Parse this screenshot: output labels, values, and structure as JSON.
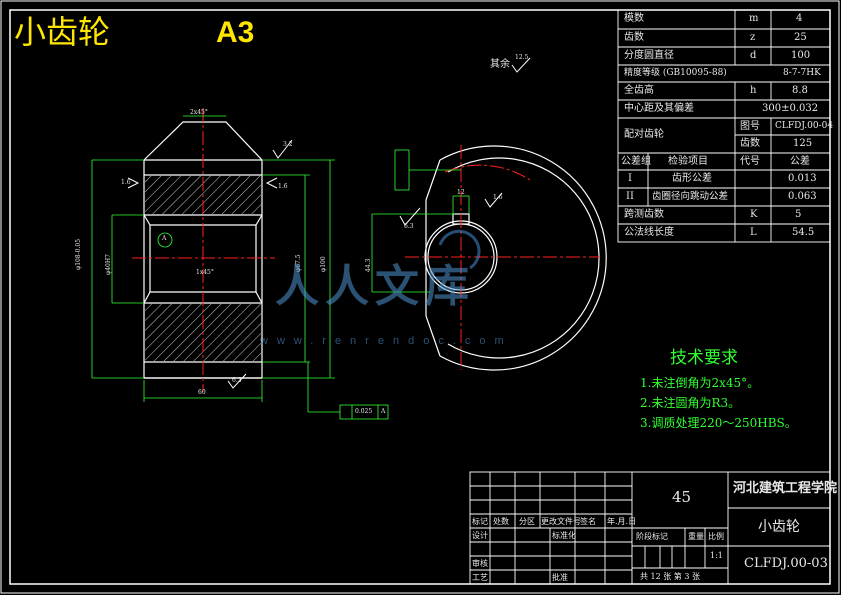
{
  "title": {
    "part_name": "小齿轮",
    "sheet_format": "A3"
  },
  "param_table": [
    {
      "name": "模数",
      "symbol": "m",
      "value": "4"
    },
    {
      "name": "齿数",
      "symbol": "z",
      "value": "25"
    },
    {
      "name": "分度圆直径",
      "symbol": "d",
      "value": "100"
    },
    {
      "name": "精度等级 (GB10095-88)",
      "symbol": "",
      "value": "8-7-7HK"
    },
    {
      "name": "全齿高",
      "symbol": "h",
      "value": "8.8"
    },
    {
      "name": "中心距及其偏差",
      "symbol": "",
      "value": "300±0.032"
    },
    {
      "name": "配对齿轮",
      "sub": [
        {
          "label": "图号",
          "value": "CLFDJ.00-04"
        },
        {
          "label": "齿数",
          "value": "125"
        }
      ]
    },
    {
      "name": "公差组",
      "symbol": "检验项目",
      "code": "代号",
      "value": "公差",
      "header": true
    },
    {
      "name": "I",
      "symbol": "齿形公差",
      "code": "",
      "value": "0.013"
    },
    {
      "name": "II",
      "symbol": "齿圈径向跳动公差",
      "code": "",
      "value": "0.063"
    },
    {
      "name": "跨测齿数",
      "symbol": "",
      "code": "K",
      "value": "5"
    },
    {
      "name": "公法线长度",
      "symbol": "",
      "code": "L",
      "value": "54.5"
    }
  ],
  "tech_req": {
    "title": "技术要求",
    "items": [
      "1.未注倒角为2x45°。",
      "2.未注圆角为R3。",
      "3.调质处理220～250HBS。"
    ]
  },
  "title_block": {
    "material": "45",
    "school": "河北建筑工程学院",
    "part_name": "小齿轮",
    "drawing_no": "CLFDJ.00-03",
    "scale": "1:1",
    "labels": {
      "mark": "标记",
      "count": "处数",
      "zone": "分区",
      "change_doc": "更改文件号",
      "signature": "签名",
      "date": "年.月.日",
      "design": "设计",
      "std": "标准化",
      "review": "审核",
      "process": "工艺",
      "approve": "批准",
      "stage": "阶段标记",
      "weight": "重量",
      "ratio": "比例",
      "sheets": "共 12 张 第 3 张"
    }
  },
  "view_annotations": {
    "rest_roughness": "其余",
    "rest_ra": "12.5",
    "chamfer": "2x45°",
    "ra_32": "3.2",
    "ra_16": "1.6",
    "ra_63": "6.3",
    "dia_outer": "φ108",
    "dia_tip": "φ108-0.05",
    "dia_bore": "φ40H7",
    "dia_hub": "φ67.5",
    "dia_ref": "φ100",
    "chamfer_inner": "1x45°",
    "width": "60",
    "datum": "A",
    "runout": "0.025",
    "keyway_depth": "44.3",
    "keyway_width": "12"
  },
  "watermark": {
    "logo_text": "人人文库",
    "url": "www.renrendoc.com"
  },
  "colors": {
    "frame": "#ffffff",
    "geometry": "#ffffff",
    "dimension": "#31ff31",
    "centerline": "#ff2020",
    "hatch": "#ffffff",
    "title_text": "#ffe600"
  }
}
